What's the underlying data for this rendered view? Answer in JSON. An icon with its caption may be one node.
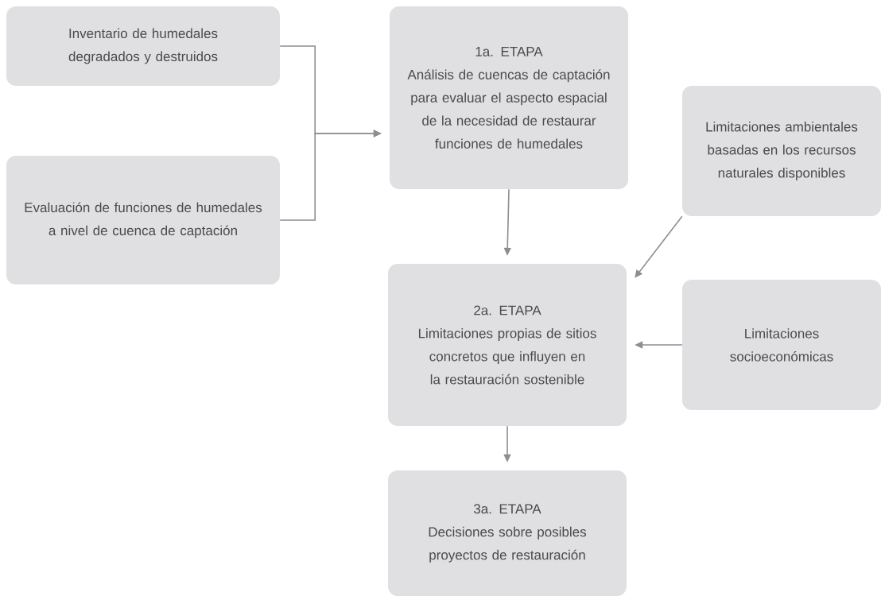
{
  "diagram": {
    "nodes": [
      {
        "text": [
          "Inventario de humedales degradados y destruidos"
        ]
      },
      {
        "text": [
          "Evaluación de funciones de humedales a nivel de cuenca de captación"
        ]
      },
      {
        "text": [
          "1a. ETAPA",
          "Análisis de cuencas de captación para evaluar el aspecto espacial de la necesidad de restaurar funciones de humedales"
        ]
      },
      {
        "text": [
          "Limitaciones ambientales basadas en los recursos naturales disponibles"
        ]
      },
      {
        "text": [
          "2a. ETAPA",
          "Limitaciones propias de sitios concretos que influyen en la restauración sostenible"
        ]
      },
      {
        "text": [
          "Limitaciones socioeconómicas"
        ]
      },
      {
        "text": [
          "3a. ETAPA",
          "Decisiones sobre posibles proyectos de restauración"
        ]
      }
    ],
    "edges": [
      {
        "from": 0,
        "to": 2,
        "arrow": "to"
      },
      {
        "from": 1,
        "to": 2,
        "arrow": "to"
      },
      {
        "from": 2,
        "to": 4,
        "arrow": "to"
      },
      {
        "from": 3,
        "to": 4,
        "arrow": "to"
      },
      {
        "from": 5,
        "to": 4,
        "arrow": "to"
      },
      {
        "from": 4,
        "to": 6,
        "arrow": "to"
      }
    ]
  }
}
